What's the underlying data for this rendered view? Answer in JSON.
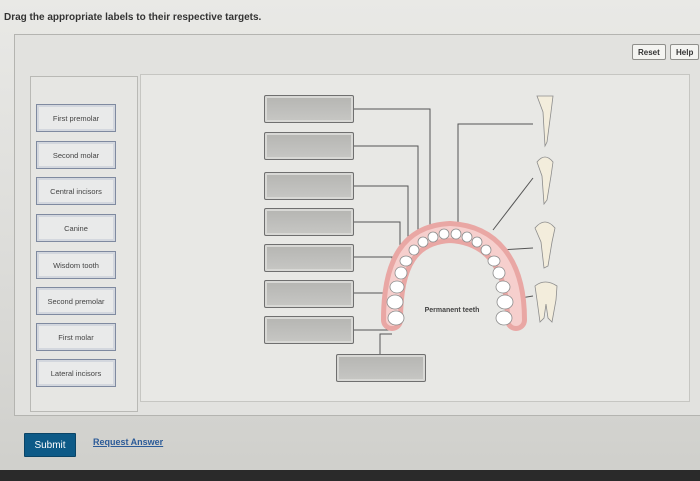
{
  "instruction": "Drag the appropriate labels to their respective targets.",
  "buttons": {
    "reset": "Reset",
    "help": "Help"
  },
  "labels": [
    "First premolar",
    "Second molar",
    "Central incisors",
    "Canine",
    "Wisdom tooth",
    "Second premolar",
    "First molar",
    "Lateral incisors"
  ],
  "diagram": {
    "arch_caption": "Permanent teeth",
    "empty_targets": 8
  },
  "footer": {
    "submit": "Submit",
    "request_answer": "Request Answer"
  }
}
